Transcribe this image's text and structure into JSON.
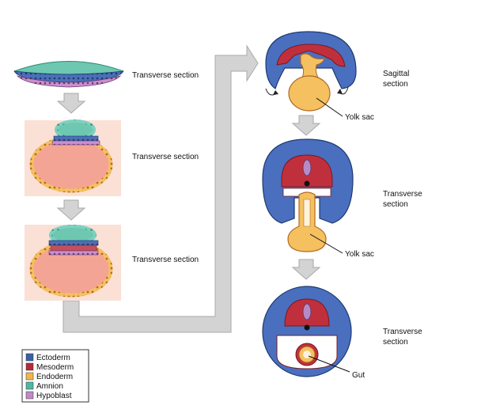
{
  "labels": {
    "step1": "Transverse section",
    "step2": "Transverse section",
    "step3": "Transverse section",
    "sagittal_line1": "Sagittal",
    "sagittal_line2": "section",
    "transverse_a_line1": "Transverse",
    "transverse_a_line2": "section",
    "transverse_b_line1": "Transverse",
    "transverse_b_line2": "section",
    "yolk_sac_1": "Yolk sac",
    "yolk_sac_2": "Yolk sac",
    "gut": "Gut"
  },
  "legend": {
    "items": [
      {
        "label": "Ectoderm",
        "color": "#3b5fa8"
      },
      {
        "label": "Mesoderm",
        "color": "#b52a3a"
      },
      {
        "label": "Endoderm",
        "color": "#f0b64a"
      },
      {
        "label": "Amnion",
        "color": "#4fb8a0"
      },
      {
        "label": "Hypoblast",
        "color": "#c08ac4"
      }
    ]
  },
  "colors": {
    "ectoderm": "#3b5fa8",
    "mesoderm": "#b52a3a",
    "endoderm": "#f0b64a",
    "amnion": "#4fb8a0",
    "hypoblast": "#c08ac4",
    "panel_bg": "#fbe0d6",
    "blastocoel": "#f4a494",
    "arrow": "#cccccc"
  }
}
